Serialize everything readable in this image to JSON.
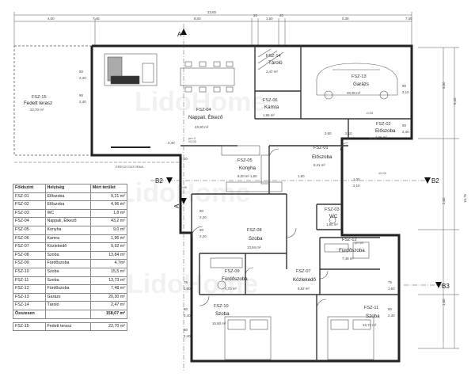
{
  "watermark": "LidoHome",
  "dimensions": {
    "total": "23,60",
    "top": [
      "4,00",
      "7,45",
      "8,00",
      "20",
      "1,50",
      "20",
      "5,38",
      "7,45"
    ],
    "right": [
      "5,50",
      "6,20",
      "16,75",
      "3,60",
      "1,60"
    ],
    "openings": [
      "90",
      "2,40",
      "90",
      "2,40",
      "2,40",
      "2,10",
      "90",
      "2,10",
      "90",
      "2,40",
      "90",
      "2,40",
      "90",
      "2,40",
      "75",
      "1,60",
      "75",
      "1,60",
      "90",
      "2,40",
      "90",
      "2,40",
      "90",
      "2,40",
      "3,60",
      "2,10",
      "1,60",
      "1,60",
      "1,00",
      "2,10"
    ],
    "levels": [
      "±0,00",
      "±0,00",
      "±0,00",
      "±0,00",
      "-0,05"
    ]
  },
  "annotations": {
    "gutter": "ERESZCSATORNA",
    "pm": "pm 0",
    "pm2": "pm 60"
  },
  "sections": {
    "a": "A",
    "b2": "B2",
    "b3": "B3"
  },
  "rooms": [
    {
      "code": "FSZ-15",
      "name": "Fedett terasz",
      "area": "22,70 m²"
    },
    {
      "code": "FSZ-14",
      "name": "Tároló",
      "area": "2,47 m²"
    },
    {
      "code": "FSZ-13",
      "name": "Garázs",
      "area": "20,30 m²"
    },
    {
      "code": "FSZ-04",
      "name": "Nappali, Étkező",
      "area": "43,20 m²"
    },
    {
      "code": "FSZ-06",
      "name": "Kamra",
      "area": "1,96 m²"
    },
    {
      "code": "FSZ-02",
      "name": "Előszoba",
      "area": "4,96 m²"
    },
    {
      "code": "FSZ-05",
      "name": "Konyha",
      "area": "9,00 m²"
    },
    {
      "code": "FSZ-01",
      "name": "Előszoba",
      "area": "9,21 m²"
    },
    {
      "code": "FSZ-03",
      "name": "WC",
      "area": "1,80 m²"
    },
    {
      "code": "FSZ-08",
      "name": "Szoba",
      "area": "13,84 m²"
    },
    {
      "code": "FSZ-12",
      "name": "Fürdőszoba",
      "area": "7,48 m²"
    },
    {
      "code": "FSZ-09",
      "name": "Fürdőszoba",
      "area": "4,70 m²"
    },
    {
      "code": "FSZ-07",
      "name": "Közlekedő",
      "area": "9,92 m²"
    },
    {
      "code": "FSZ-10",
      "name": "Szoba",
      "area": "15,50 m²"
    },
    {
      "code": "FSZ-11",
      "name": "Szoba",
      "area": "13,73 m²"
    }
  ],
  "table": {
    "headers": [
      "Földszint",
      "Helyiség",
      "Mért terület"
    ],
    "rows": [
      [
        "FSZ-01",
        "Előszoba",
        "9,21 m²"
      ],
      [
        "FSZ-02",
        "Előszoba",
        "4,96 m²"
      ],
      [
        "FSZ-03",
        "WC",
        "1,8 m²"
      ],
      [
        "FSZ-04",
        "Nappali, Étkező",
        "43,2 m²"
      ],
      [
        "FSZ-05",
        "Konyha",
        "9,0 m²"
      ],
      [
        "FSZ-06",
        "Kamra",
        "1,96 m²"
      ],
      [
        "FSZ-07",
        "Közlekedő",
        "9,92 m²"
      ],
      [
        "FSZ-08",
        "Szoba",
        "13,84 m²"
      ],
      [
        "FSZ-09",
        "Fürdőszoba",
        "4,7m²"
      ],
      [
        "FSZ-10",
        "Szoba",
        "15,5 m²"
      ],
      [
        "FSZ-11",
        "Szoba",
        "13,73 m²"
      ],
      [
        "FSZ-12",
        "Fürdőszoba",
        "7,48 m²"
      ],
      [
        "FSZ-13",
        "Garázs",
        "20,30 m²"
      ],
      [
        "FSZ-14",
        "Tároló",
        "2,47 m²"
      ]
    ],
    "total": [
      "Összesen",
      "",
      "158,07 m²"
    ],
    "extra": [
      "FSZ-15",
      "Fedett terasz",
      "22,70 m²"
    ]
  }
}
